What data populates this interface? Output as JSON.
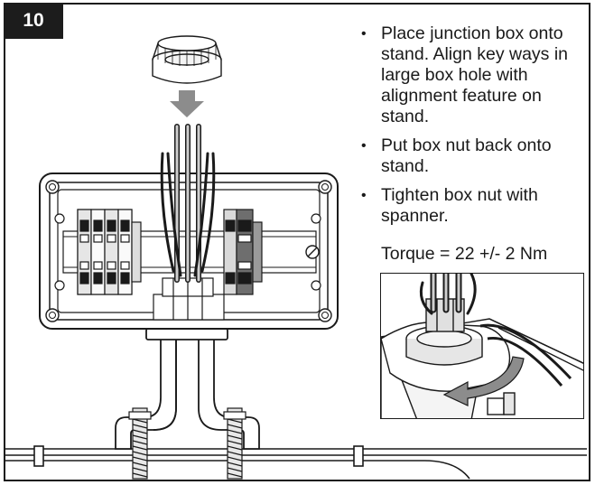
{
  "step": {
    "number": "10"
  },
  "instructions": [
    {
      "bullet": "•",
      "text": "Place junction box onto stand. Align key ways in large box hole with alignment feature on stand."
    },
    {
      "bullet": "•",
      "text": "Put box nut back onto stand."
    },
    {
      "bullet": "•",
      "text": "Tighten box nut with spanner."
    }
  ],
  "torque": {
    "label": "Torque = 22 +/- 2 Nm"
  },
  "colors": {
    "line": "#1a1a1a",
    "arrow": "#8c8c8c",
    "dark_terminal": "#6e6e6e",
    "light_terminal": "#e6e6e6"
  },
  "icons": {
    "arrow_down": "down-arrow-icon",
    "rotate": "rotation-arrow-icon"
  }
}
